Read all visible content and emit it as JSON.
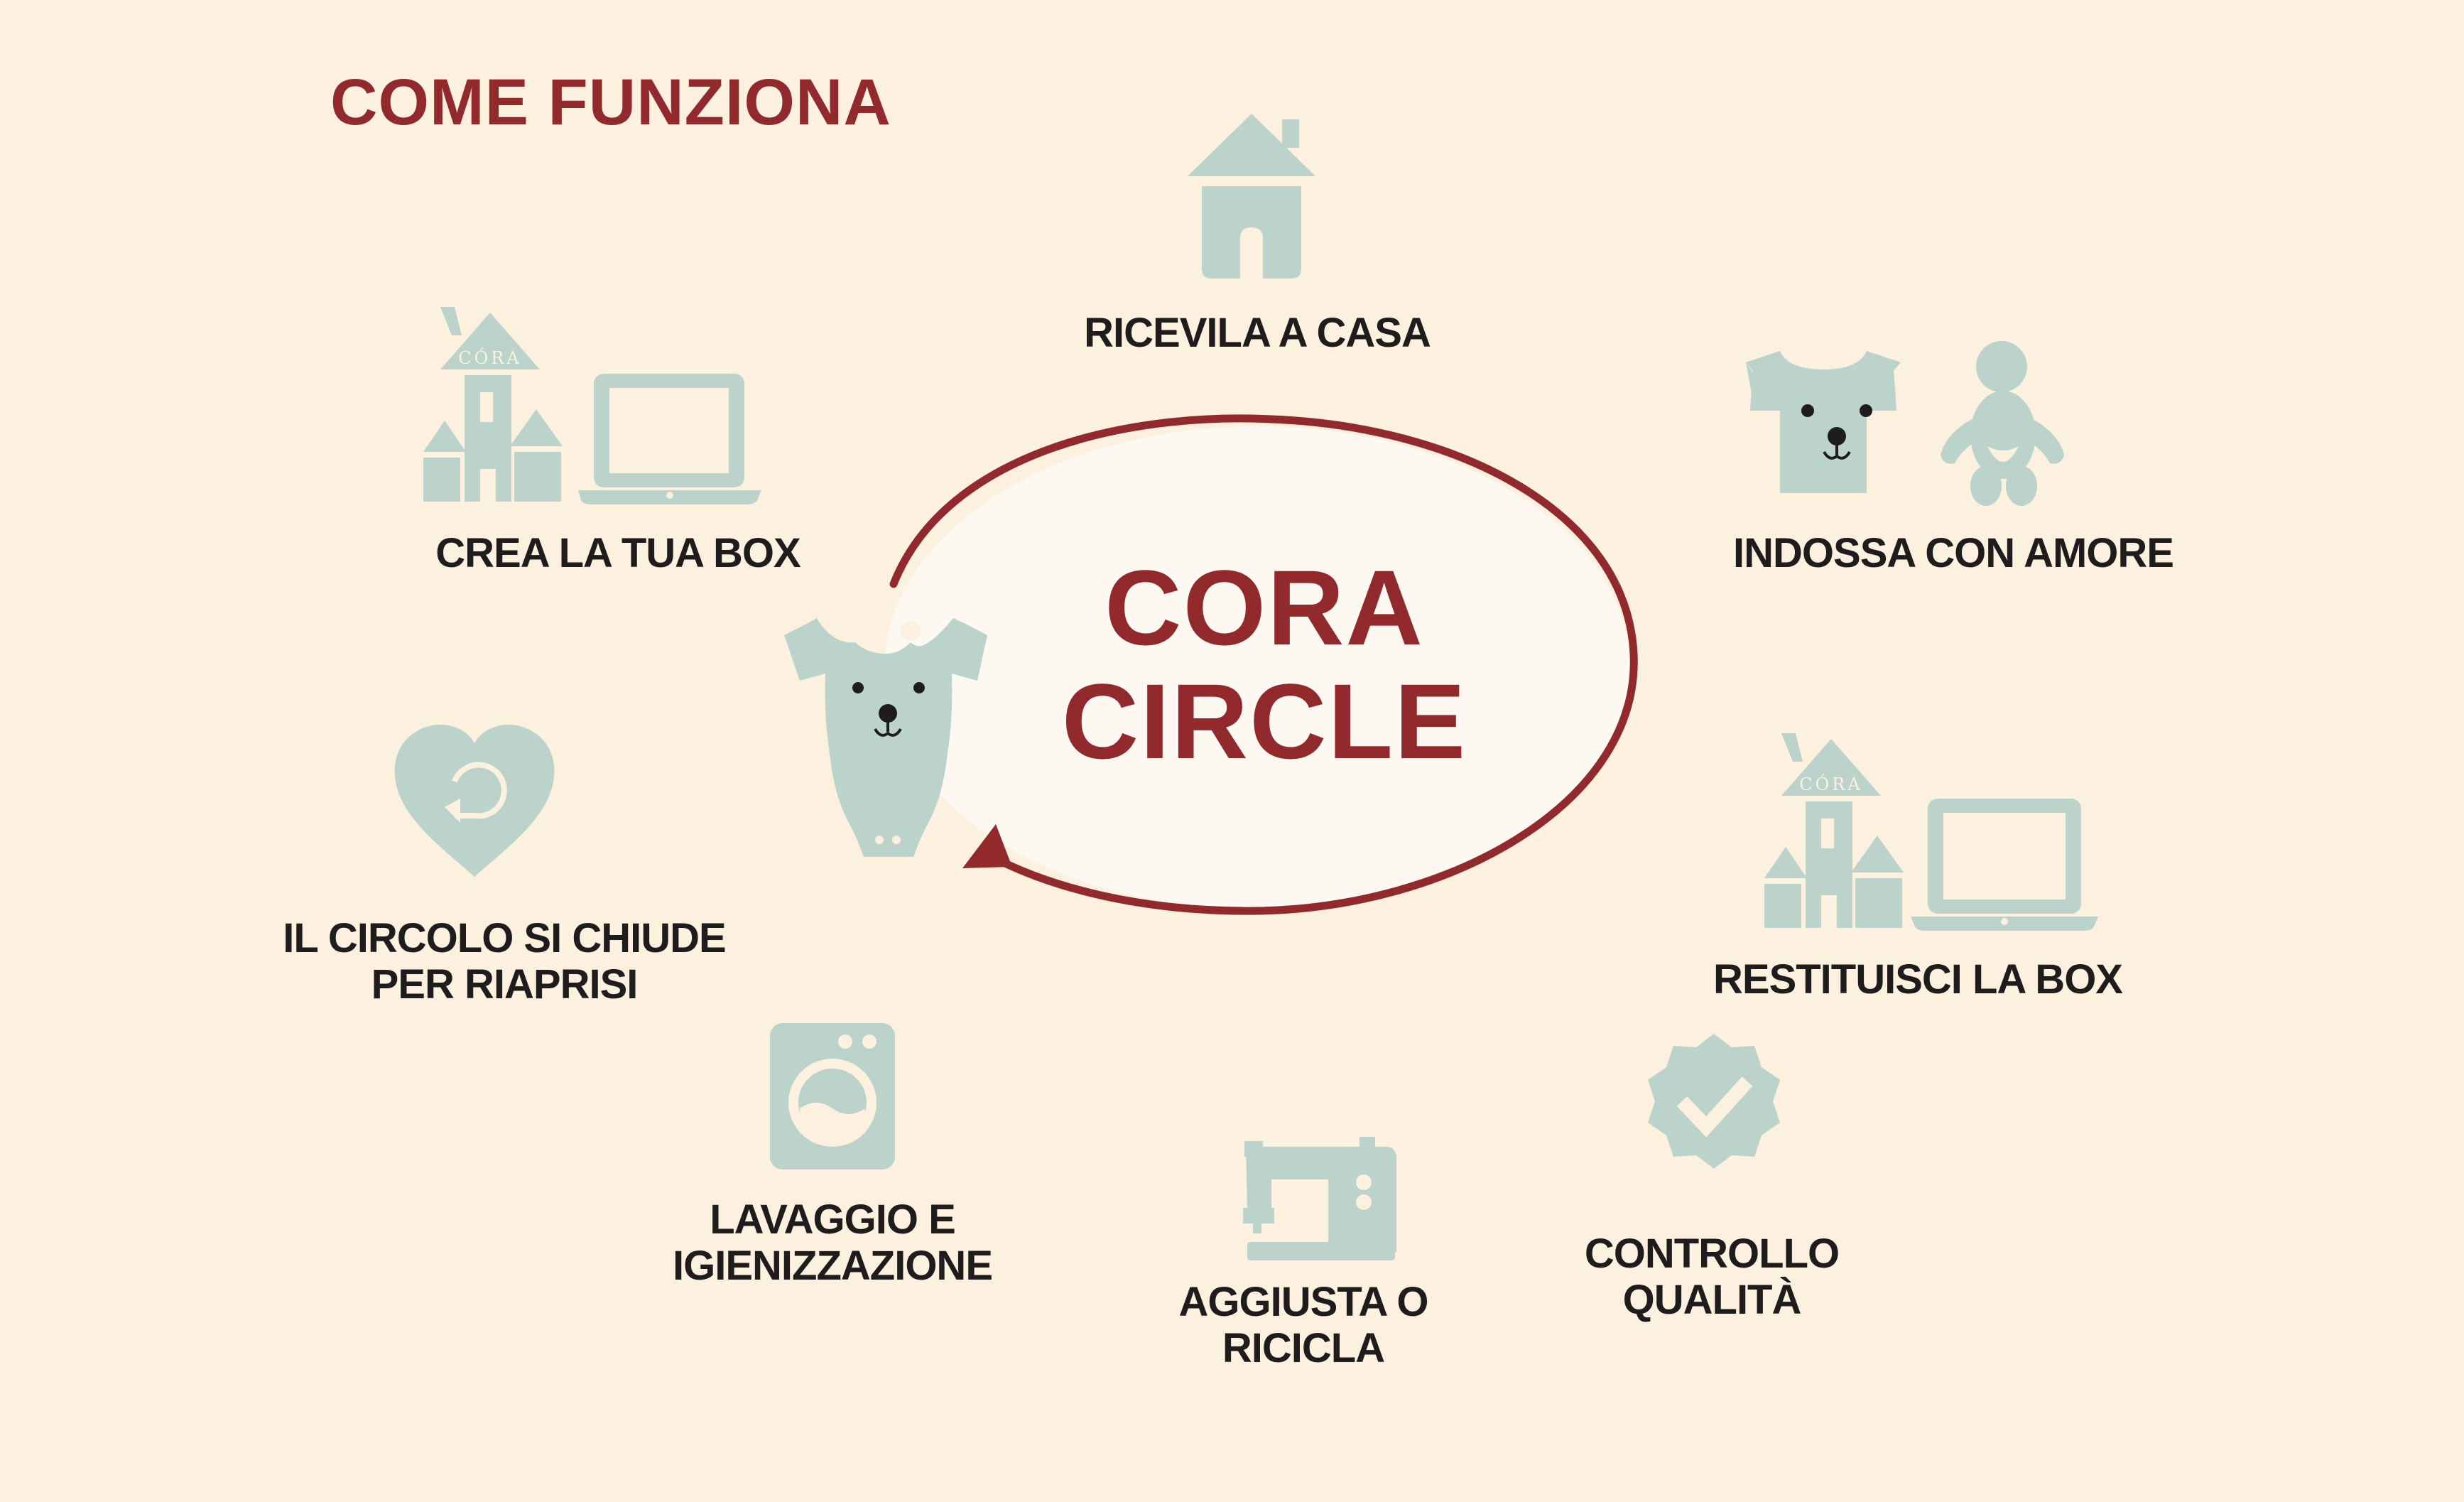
{
  "title": "COME FUNZIONA",
  "center": {
    "line1": "CORA",
    "line2": "CIRCLE"
  },
  "steps": {
    "ricevi": "RICEVILA A CASA",
    "crea": "CREA LA TUA BOX",
    "indossa": "INDOSSA CON AMORE",
    "restituisci": "RESTITUISCI LA BOX",
    "circolo": [
      "IL CIRCOLO SI CHIUDE",
      "PER RIAPRISI"
    ],
    "lavaggio": [
      "LAVAGGIO E",
      "IGIENIZZAZIONE"
    ],
    "aggiusta": [
      "AGGIUSTA O",
      "RICICLA"
    ],
    "controllo": [
      "CONTROLLO",
      "QUALITÀ"
    ]
  },
  "logo_text": "CÓRA",
  "colors": {
    "background": "#fcf0df",
    "accent": "#922a2d",
    "icon": "#bcd3cb",
    "text": "#1f1c1d",
    "circle_fill": "#fdf8f2"
  },
  "icons": [
    "house-icon",
    "castle-icon",
    "laptop-icon",
    "tshirt-bear-icon",
    "baby-icon",
    "heart-recycle-icon",
    "washing-machine-icon",
    "sewing-machine-icon",
    "quality-badge-icon",
    "bodysuit-bear-icon",
    "cycle-arrow-icon"
  ]
}
